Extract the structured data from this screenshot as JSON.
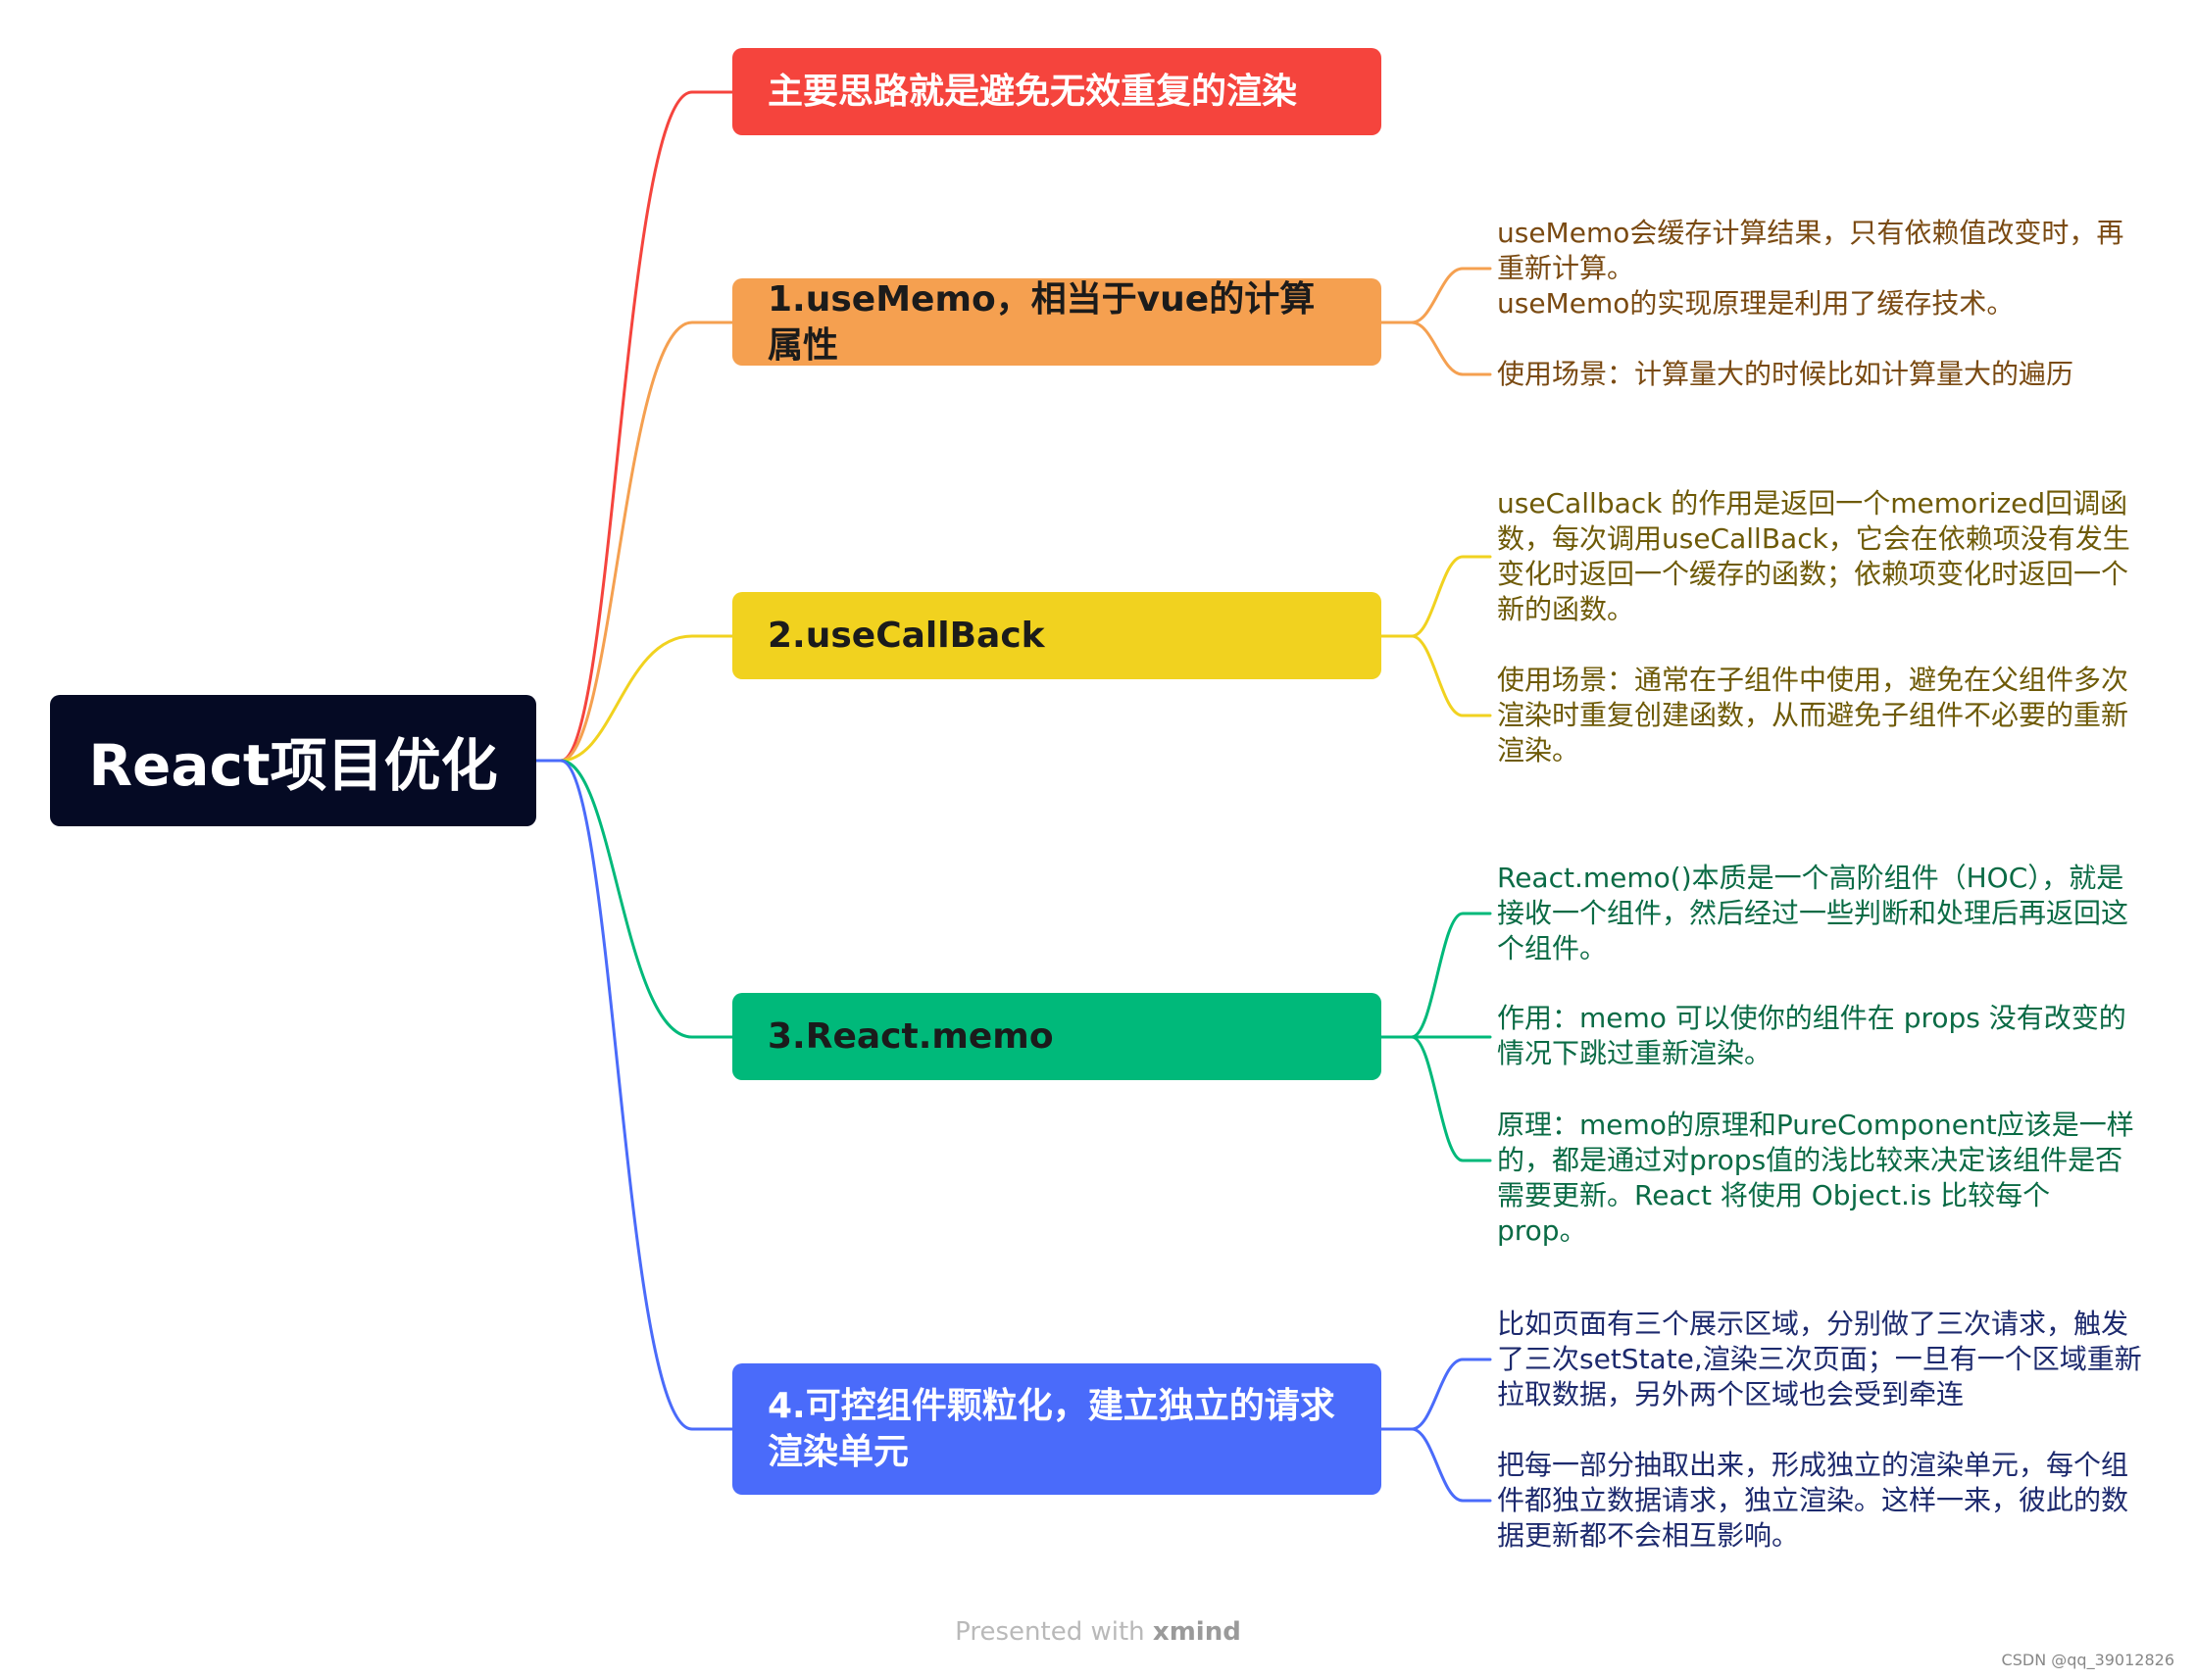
{
  "root": {
    "label": "React项目优化"
  },
  "branches": [
    {
      "label": "主要思路就是避免无效重复的渲染",
      "color": "#f5443d"
    },
    {
      "label": "1.useMemo，相当于vue的计算属性",
      "color": "#f5a050",
      "notes": [
        "useMemo会缓存计算结果，只有依赖值改变时，再\n重新计算。\nuseMemo的实现原理是利用了缓存技术。",
        "使用场景：计算量大的时候比如计算量大的遍历"
      ]
    },
    {
      "label": "2.useCallBack",
      "color": "#f1d21f",
      "notes": [
        "useCallback 的作用是返回一个memorized回调函\n数，每次调用useCallBack，它会在依赖项没有发生\n变化时返回一个缓存的函数；依赖项变化时返回一个\n新的函数。",
        "使用场景：通常在子组件中使用，避免在父组件多次\n渲染时重复创建函数，从而避免子组件不必要的重新\n渲染。"
      ]
    },
    {
      "label": "3.React.memo",
      "color": "#00b97a",
      "notes": [
        "React.memo()本质是一个高阶组件（HOC），就是\n接收一个组件，然后经过一些判断和处理后再返回这\n个组件。",
        "作用：memo 可以使你的组件在 props 没有改变的\n情况下跳过重新渲染。",
        "原理：memo的原理和PureComponent应该是一样\n的，都是通过对props值的浅比较来决定该组件是否\n需要更新。React 将使用 Object.is 比较每个 prop。"
      ]
    },
    {
      "label": "4.可控组件颗粒化，建立独立的请求\n渲染单元",
      "color": "#4a6bfa",
      "notes": [
        "比如页面有三个展示区域，分别做了三次请求，触发\n了三次setState,渲染三次页面；一旦有一个区域重新\n拉取数据，另外两个区域也会受到牵连",
        "把每一部分抽取出来，形成独立的渲染单元，每个组\n件都独立数据请求，独立渲染。这样一来，彼此的数\n据更新都不会相互影响。"
      ]
    }
  ],
  "footer": {
    "prefix": "Presented with ",
    "brand": "xmind"
  },
  "watermark": "CSDN @qq_39012826"
}
